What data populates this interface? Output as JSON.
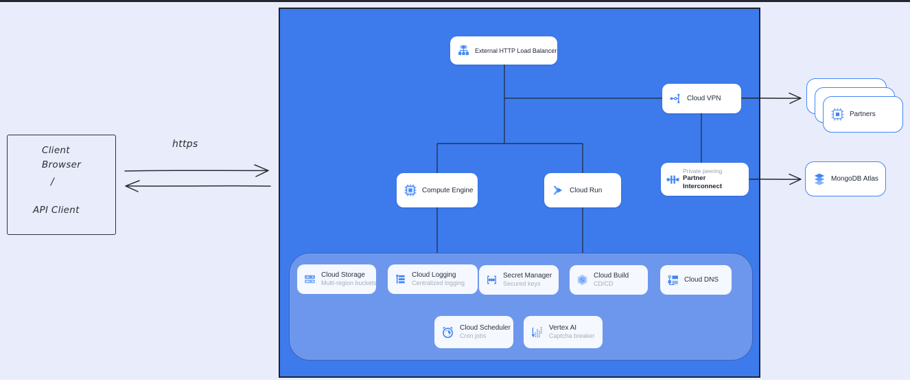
{
  "client": {
    "line1": "Client Browser",
    "line2": "/",
    "line3": "API Client"
  },
  "connection": {
    "label": "https"
  },
  "nodes": {
    "load_balancer": "External HTTP Load Balancer",
    "cloud_vpn": "Cloud VPN",
    "private_peering": "Private peering",
    "partner_interconnect": "Partner Interconnect",
    "compute_engine": "Compute Engine",
    "cloud_run": "Cloud Run",
    "partners": "Partners",
    "mongodb_atlas": "MongoDB Atlas"
  },
  "services": [
    {
      "label": "Cloud Storage",
      "sublabel": "Multi-region buckets"
    },
    {
      "label": "Cloud Logging",
      "sublabel": "Centralized logging"
    },
    {
      "label": "Secret Manager",
      "sublabel": "Secured keys"
    },
    {
      "label": "Cloud Build",
      "sublabel": "CD/CD"
    },
    {
      "label": "Cloud DNS",
      "sublabel": ""
    },
    {
      "label": "Cloud Scheduler",
      "sublabel": "Cron jobs"
    },
    {
      "label": "Vertex AI",
      "sublabel": "Captcha breaker"
    }
  ],
  "colors": {
    "gcp_box_fill": "#3d7bed",
    "inner_box_fill": "#6d97ec",
    "canvas_bg": "#e9edfb",
    "icon_blue": "#4285f4",
    "icon_blue_light": "#8ab4f8",
    "node_border_blue": "#4285f4",
    "connector_dark": "#1f2733",
    "subtitle_gray": "#a8aebc"
  }
}
